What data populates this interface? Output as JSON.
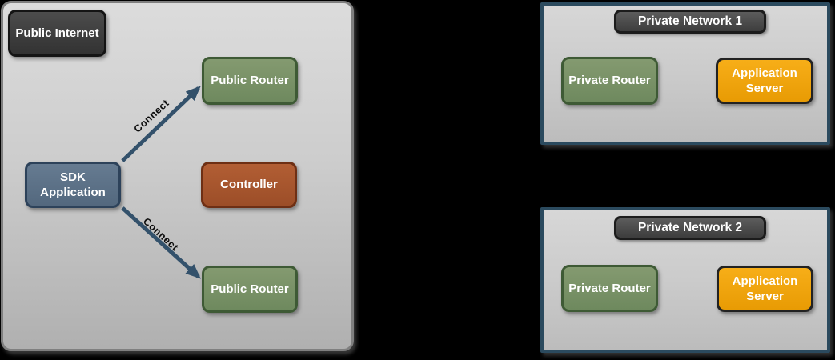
{
  "page": {
    "background": "#000000"
  },
  "public_zone": {
    "zone_label": "Public Internet",
    "nodes": {
      "public_internet": "Public Internet",
      "sdk_application": "SDK Application",
      "controller": "Controller",
      "public_router_top": "Public Router",
      "public_router_bottom": "Public Router"
    },
    "connections": [
      {
        "from": "SDK Application",
        "to": "Public Router (top)",
        "label": "Connect"
      },
      {
        "from": "SDK Application",
        "to": "Public Router (bottom)",
        "label": "Connect"
      }
    ]
  },
  "private_networks": [
    {
      "title": "Private Network 1",
      "private_router": "Private Router",
      "application_server": "Application Server"
    },
    {
      "title": "Private Network 2",
      "private_router": "Private Router",
      "application_server": "Application Server"
    }
  ],
  "colors": {
    "background": "#000000",
    "public_zone_fill_top": "#dcdcdc",
    "public_zone_fill_bottom": "#b0b0b0",
    "public_zone_border": "#7f7f7f",
    "private_zone_border": "#2b4a5e",
    "dark_label_fill": "#3f3f3f",
    "dark_label_border": "#141414",
    "router_green_fill": "#7a9268",
    "router_green_border": "#3e5a35",
    "sdk_blue_fill": "#5d7289",
    "sdk_blue_border": "#2d425a",
    "controller_rust_fill": "#a9572e",
    "controller_rust_border": "#6e2f14",
    "app_server_orange_fill": "#f0a40a",
    "app_server_orange_border": "#222222",
    "arrow": "#33516b",
    "node_text": "#ffffff",
    "connect_label_text": "#0c0c0c"
  }
}
